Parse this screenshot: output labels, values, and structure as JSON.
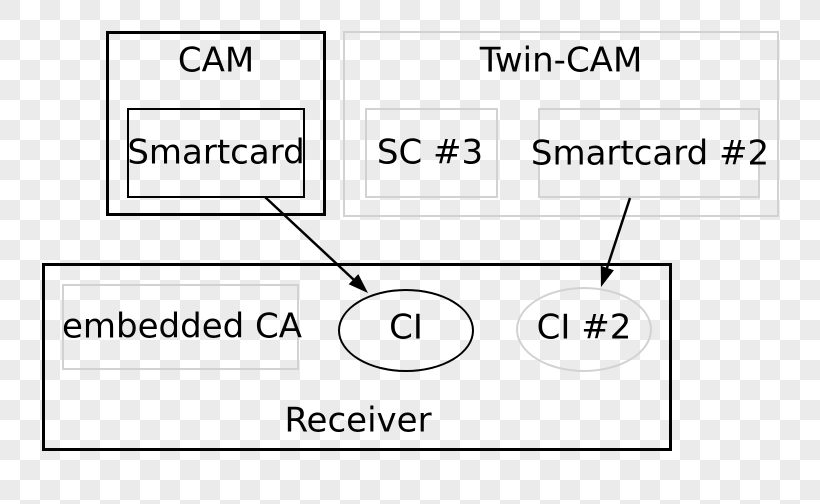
{
  "diagram": {
    "title_context": "Conditional access module / common interface diagram",
    "nodes": {
      "cam": {
        "label": "CAM"
      },
      "smartcard": {
        "label": "Smartcard"
      },
      "twin_cam": {
        "label": "Twin-CAM"
      },
      "sc3": {
        "label": "SC #3"
      },
      "smartcard2": {
        "label": "Smartcard #2"
      },
      "receiver": {
        "label": "Receiver"
      },
      "embedded_ca": {
        "label": "embedded CA"
      },
      "ci": {
        "label": "CI"
      },
      "ci2": {
        "label": "CI #2"
      }
    },
    "connections": [
      {
        "from": "Smartcard",
        "to": "CI"
      },
      {
        "from": "Smartcard #2",
        "to": "CI #2"
      }
    ],
    "colors": {
      "primary_border": "#000000",
      "muted_border": "#d2d2d2",
      "checker_light": "#ffffff",
      "checker_dark": "#ebebeb",
      "text": "#000000"
    }
  }
}
